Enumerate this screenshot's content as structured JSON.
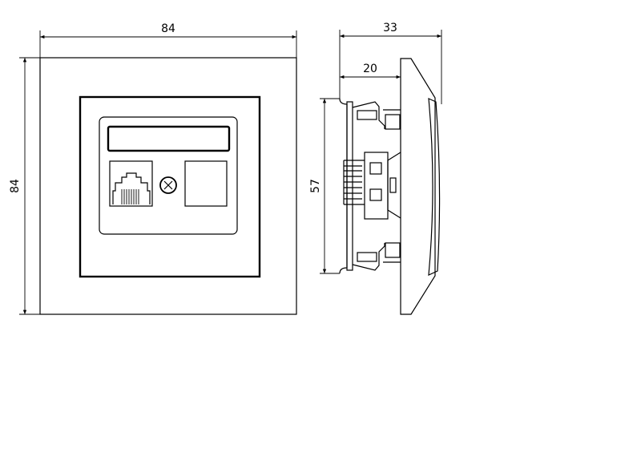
{
  "front_view": {
    "width_dim": "84",
    "height_dim": "84"
  },
  "side_view": {
    "depth_total_dim": "33",
    "depth_module_dim": "20",
    "height_module_dim": "57"
  },
  "colors": {
    "line": "#000000",
    "background": "#ffffff"
  }
}
